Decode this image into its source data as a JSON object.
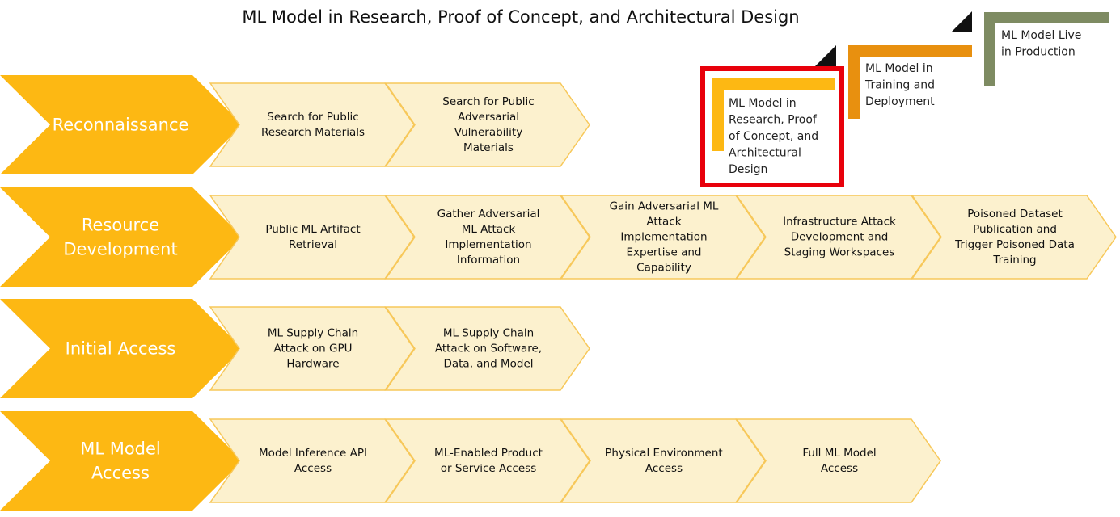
{
  "title": "ML Model in Research, Proof of Concept, and Architectural Design",
  "colors": {
    "tactic_fill": "#FDB813",
    "technique_fill": "#FCF1CE",
    "technique_stroke": "#F7C85A",
    "highlight": "#E8000B",
    "stage_research": "#FDB813",
    "stage_training": "#E8900F",
    "stage_production": "#7E8B62",
    "triangle": "#111111"
  },
  "stages": [
    {
      "lines": [
        "ML Model in",
        "Research, Proof",
        "of Concept, and",
        "Architectural",
        "Design"
      ],
      "highlighted": true
    },
    {
      "lines": [
        "ML Model in",
        "Training and",
        "Deployment"
      ],
      "highlighted": false
    },
    {
      "lines": [
        "ML Model Live",
        "in Production"
      ],
      "highlighted": false
    }
  ],
  "rows": [
    {
      "tactic": [
        "Reconnaissance"
      ],
      "techniques": [
        [
          "Search for Public",
          "Research Materials"
        ],
        [
          "Search for Public",
          "Adversarial",
          "Vulnerability",
          "Materials"
        ]
      ]
    },
    {
      "tactic": [
        "Resource",
        "Development"
      ],
      "techniques": [
        [
          "Public ML Artifact",
          "Retrieval"
        ],
        [
          "Gather Adversarial",
          "ML Attack",
          "Implementation",
          "Information"
        ],
        [
          "Gain Adversarial ML",
          "Attack",
          "Implementation",
          "Expertise and",
          "Capability"
        ],
        [
          "Infrastructure Attack",
          "Development and",
          "Staging Workspaces"
        ],
        [
          "Poisoned Dataset",
          "Publication and",
          "Trigger Poisoned Data",
          "Training"
        ]
      ]
    },
    {
      "tactic": [
        "Initial Access"
      ],
      "techniques": [
        [
          "ML Supply Chain",
          "Attack on GPU",
          "Hardware"
        ],
        [
          "ML Supply Chain",
          "Attack on Software,",
          "Data, and Model"
        ]
      ]
    },
    {
      "tactic": [
        "ML Model",
        "Access"
      ],
      "techniques": [
        [
          "Model Inference API",
          "Access"
        ],
        [
          "ML-Enabled Product",
          "or Service Access"
        ],
        [
          "Physical Environment",
          "Access"
        ],
        [
          "Full ML Model",
          "Access"
        ]
      ]
    }
  ]
}
